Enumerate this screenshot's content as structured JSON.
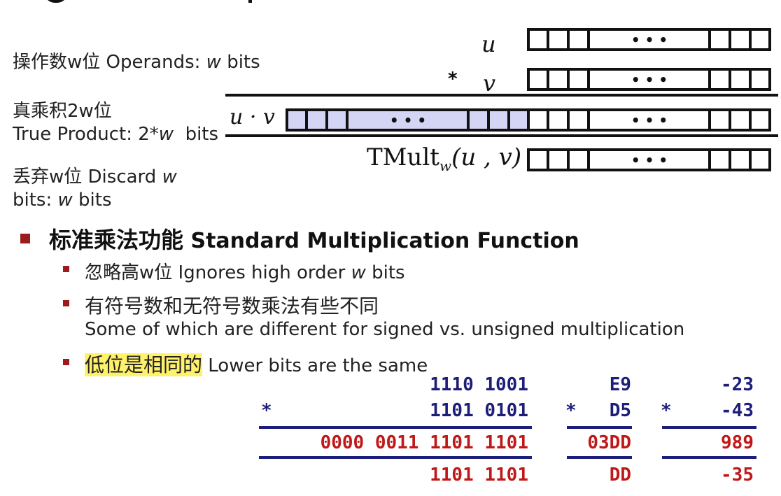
{
  "labels": {
    "operands_cn": "操作数w位",
    "operands_en_pre": "Operands: ",
    "operands_w": "w",
    "operands_en_post": " bits",
    "true_product_cn": "真乘积2w位",
    "true_product_en_pre": "True Product: 2*",
    "true_product_w": "w",
    "true_product_en_post": "  bits",
    "discard_cn": "丢弃w位",
    "discard_en_pre": " Discard ",
    "discard_w": "w",
    "discard_line2_pre": "bits: ",
    "discard_line2_w": "w",
    "discard_line2_post": " bits"
  },
  "diagram": {
    "u": "u",
    "v": "v",
    "times": "*",
    "product_label": "u · v",
    "tmult_label": "TMult",
    "tmult_sub": "w",
    "tmult_args": "(u , v)",
    "dots": "• • •"
  },
  "section": {
    "title_cn": "标准乘法功能",
    "title_en": " Standard Multiplication Function",
    "items": [
      {
        "cn": "忽略高w位",
        "en_pre": " Ignores high order ",
        "en_w": "w",
        "en_post": " bits"
      },
      {
        "cn": "有符号数和无符号数乘法有些不同",
        "en_line2": "Some of which are different for signed vs. unsigned multiplication"
      },
      {
        "cn": "低位是相同的",
        "en": " Lower bits are the same"
      }
    ]
  },
  "example": {
    "binary": {
      "a": "1110 1001",
      "op": "*",
      "b": "1101 0101",
      "full": "0000 0011 1101 1101",
      "trunc": "1101 1101"
    },
    "hex": {
      "a": "E9",
      "op": "*",
      "b": "D5",
      "full": "03DD",
      "trunc": "DD"
    },
    "decimal": {
      "a": "-23",
      "op": "*",
      "b": "-43",
      "full": "989",
      "trunc": "-35"
    }
  },
  "colors": {
    "highlight": "#fff26a",
    "product_fill": "#d4d4f5",
    "bullet": "#9b1c1c",
    "navy": "#1d1d7a",
    "red": "#c01818"
  }
}
